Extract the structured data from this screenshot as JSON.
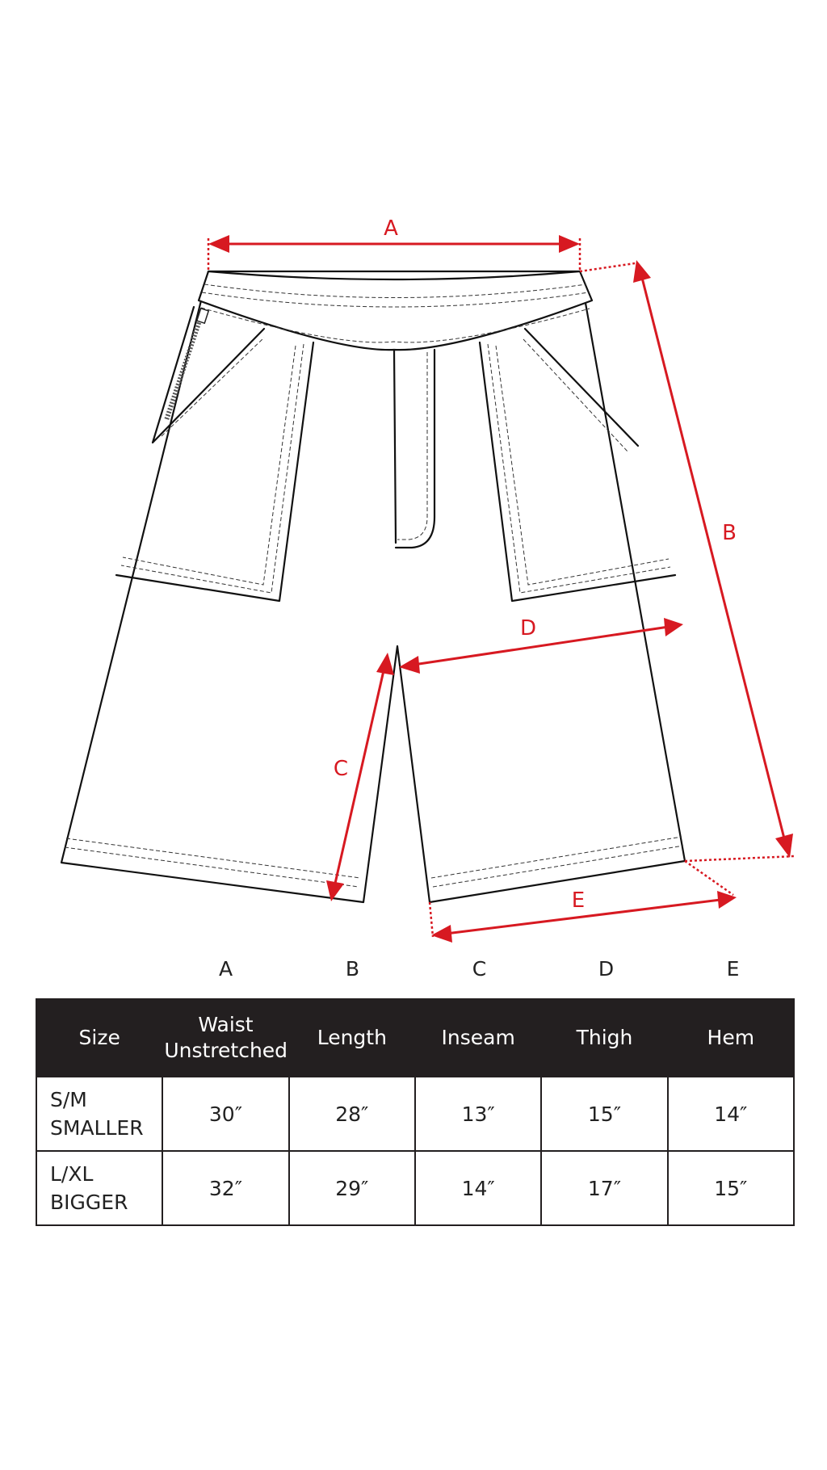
{
  "diagram": {
    "labels": {
      "a": "A",
      "b": "B",
      "c": "C",
      "d": "D",
      "e": "E"
    }
  },
  "column_letters": [
    "",
    "A",
    "B",
    "C",
    "D",
    "E"
  ],
  "table": {
    "headers": [
      {
        "line1": "Size",
        "line2": ""
      },
      {
        "line1": "Waist",
        "line2": "Unstretched"
      },
      {
        "line1": "Length",
        "line2": ""
      },
      {
        "line1": "Inseam",
        "line2": ""
      },
      {
        "line1": "Thigh",
        "line2": ""
      },
      {
        "line1": "Hem",
        "line2": ""
      }
    ],
    "rows": [
      {
        "size_line1": "S/M",
        "size_line2": "SMALLER",
        "values": [
          "30″",
          "28″",
          "13″",
          "15″",
          "14″"
        ]
      },
      {
        "size_line1": "L/XL",
        "size_line2": "BIGGER",
        "values": [
          "32″",
          "29″",
          "14″",
          "17″",
          "15″"
        ]
      }
    ]
  },
  "colors": {
    "accent": "#d71921",
    "header_bg": "#231f20"
  },
  "icons": [
    "shorts-drawing",
    "zipper-icon",
    "dimension-arrow-icon"
  ]
}
